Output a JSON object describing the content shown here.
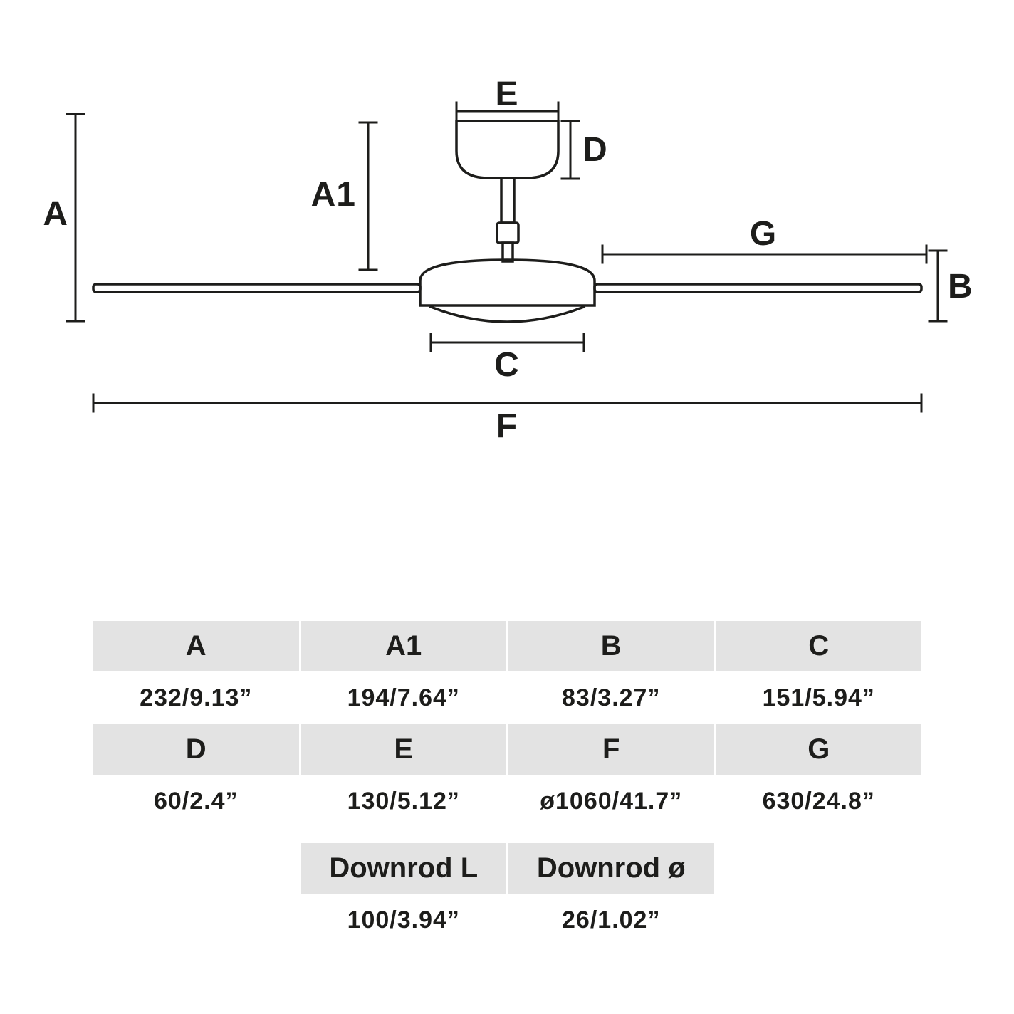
{
  "diagram": {
    "labels": {
      "A": "A",
      "A1": "A1",
      "B": "B",
      "C": "C",
      "D": "D",
      "E": "E",
      "F": "F",
      "G": "G"
    }
  },
  "table": {
    "row1": {
      "headers": [
        "A",
        "A1",
        "B",
        "C"
      ],
      "values": [
        "232/9.13”",
        "194/7.64”",
        "83/3.27”",
        "151/5.94”"
      ]
    },
    "row2": {
      "headers": [
        "D",
        "E",
        "F",
        "G"
      ],
      "values": [
        "60/2.4”",
        "130/5.12”",
        "ø1060/41.7”",
        "630/24.8”"
      ]
    },
    "downrod": {
      "headers": [
        "Downrod L",
        "Downrod ø"
      ],
      "values": [
        "100/3.94”",
        "26/1.02”"
      ]
    }
  }
}
